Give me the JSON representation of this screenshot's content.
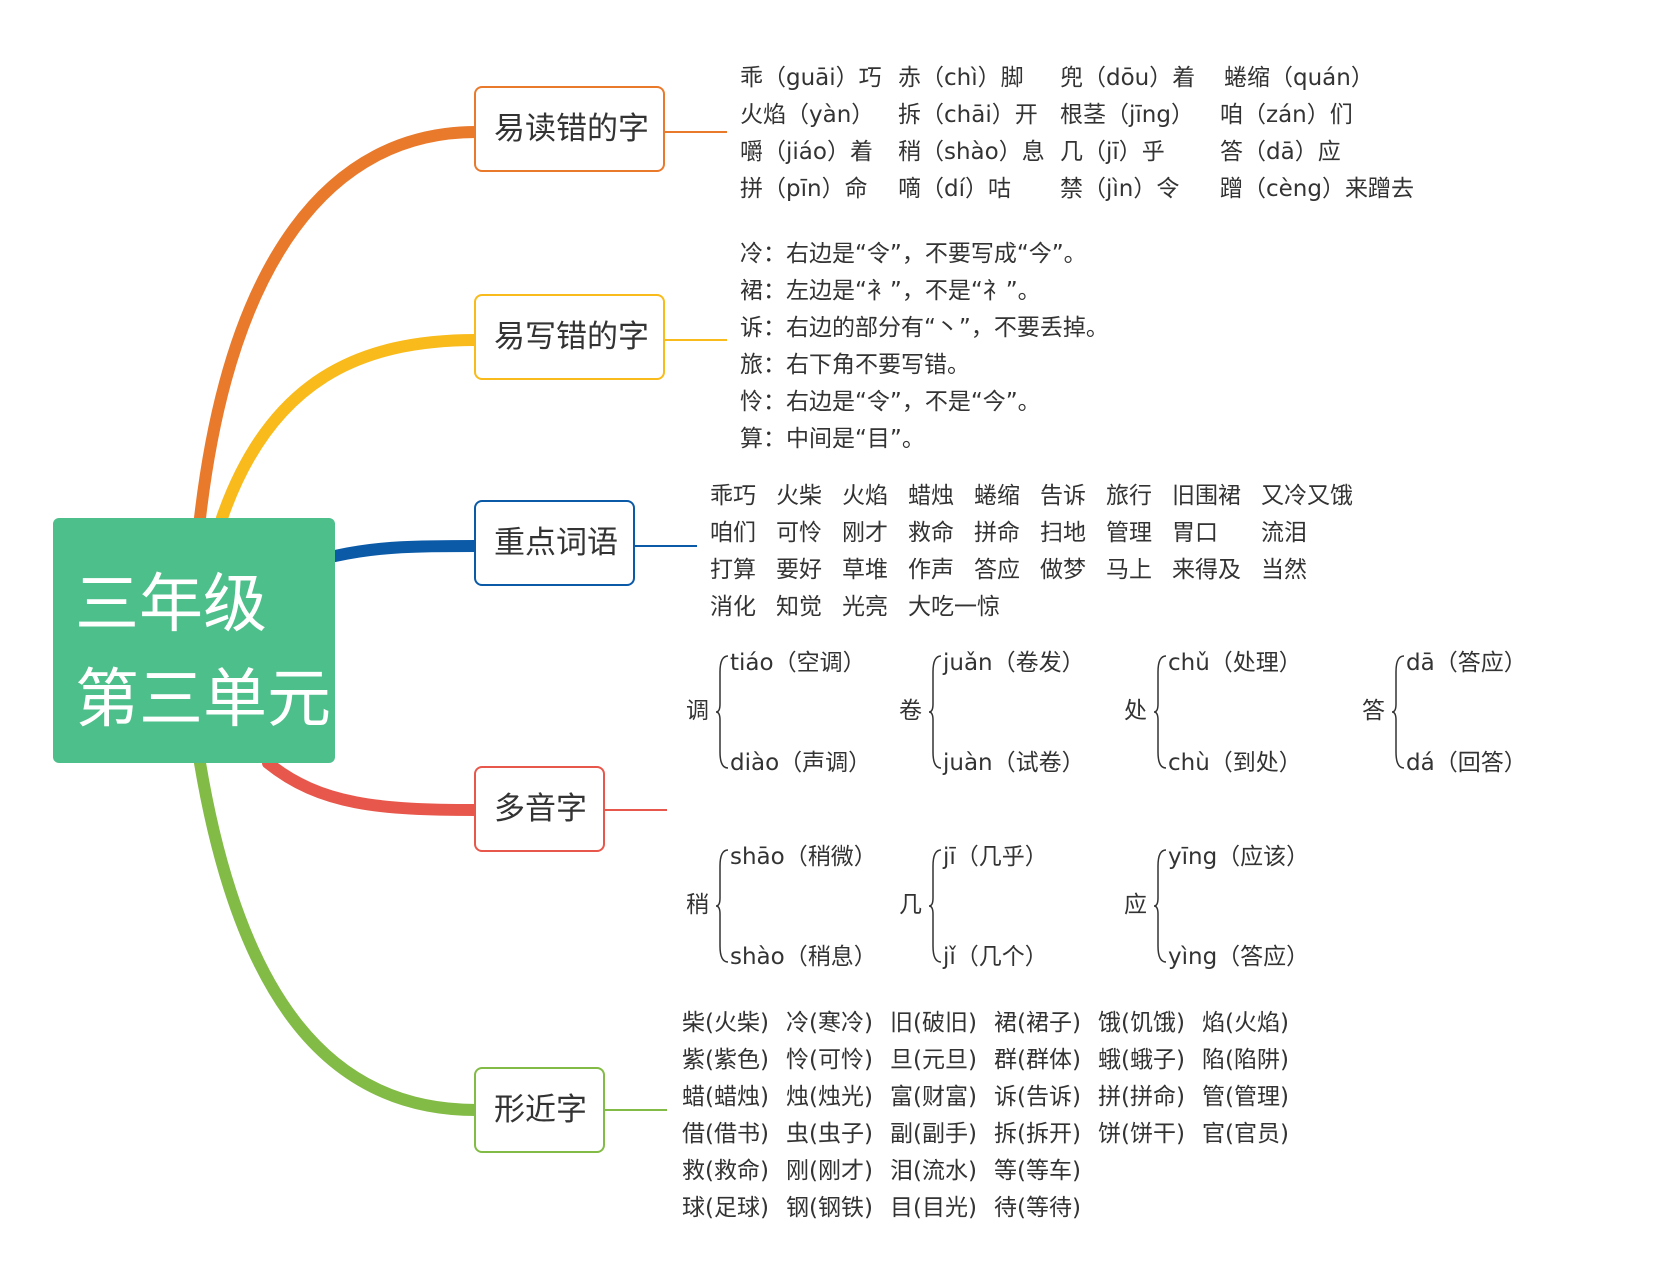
{
  "root": {
    "line1": "三年级",
    "line2": "第三单元",
    "color": "#4dbf8b"
  },
  "branches": {
    "easy_read": {
      "label": "易读错的字",
      "color": "#e97a2c",
      "rows": [
        [
          "乖（guāi）巧",
          "赤（chì）脚",
          "兜（dōu）着",
          "蜷缩（quán）"
        ],
        [
          "火焰（yàn）",
          "拆（chāi）开",
          "根茎（jīng）",
          "咱（zán）们"
        ],
        [
          "嚼（jiáo）着",
          "稍（shào）息",
          "几（jī）乎",
          "答（dā）应"
        ],
        [
          "拼（pīn）命",
          "嘀（dí）咕",
          "禁（jìn）令",
          "蹭（cèng）来蹭去"
        ]
      ]
    },
    "easy_write": {
      "label": "易写错的字",
      "color": "#f9bb1b",
      "rows": [
        "冷：右边是“令”，不要写成“今”。",
        "裙：左边是“衤”，不是“礻”。",
        "诉：右边的部分有“丶”，不要丢掉。",
        "旅：右下角不要写错。",
        "怜：右边是“令”，不是“今”。",
        "算：中间是“目”。"
      ]
    },
    "key_words": {
      "label": "重点词语",
      "color": "#0b5aa8",
      "rows": [
        [
          "乖巧",
          "火柴",
          "火焰",
          "蜡烛",
          "蜷缩",
          "告诉",
          "旅行",
          "旧围裙",
          "又冷又饿"
        ],
        [
          "咱们",
          "可怜",
          "刚才",
          "救命",
          "拼命",
          "扫地",
          "管理",
          "胃口",
          "流泪"
        ],
        [
          "打算",
          "要好",
          "草堆",
          "作声",
          "答应",
          "做梦",
          "马上",
          "来得及",
          "当然"
        ],
        [
          "消化",
          "知觉",
          "光亮",
          "大吃一惊"
        ]
      ]
    },
    "polyphonic": {
      "label": "多音字",
      "color": "#e8574b",
      "groups": [
        {
          "char": "调",
          "top": "tiáo（空调）",
          "bottom": "diào（声调）"
        },
        {
          "char": "卷",
          "top": "juǎn（卷发）",
          "bottom": "juàn（试卷）"
        },
        {
          "char": "处",
          "top": "chǔ（处理）",
          "bottom": "chù（到处）"
        },
        {
          "char": "答",
          "top": "dā（答应）",
          "bottom": "dá（回答）"
        },
        {
          "char": "稍",
          "top": "shāo（稍微）",
          "bottom": "shào（稍息）"
        },
        {
          "char": "几",
          "top": "jī（几乎）",
          "bottom": "jǐ（几个）"
        },
        {
          "char": "应",
          "top": "yīng（应该）",
          "bottom": "yìng（答应）"
        }
      ]
    },
    "similar": {
      "label": "形近字",
      "color": "#82bb45",
      "rows": [
        [
          "柴(火柴)",
          "冷(寒冷)",
          "旧(破旧)",
          "裙(裙子)",
          "饿(饥饿)",
          "焰(火焰)"
        ],
        [
          "紫(紫色)",
          "怜(可怜)",
          "旦(元旦)",
          "群(群体)",
          "蛾(蛾子)",
          "陷(陷阱)"
        ],
        [
          "蜡(蜡烛)",
          "烛(烛光)",
          "富(财富)",
          "诉(告诉)",
          "拼(拼命)",
          "管(管理)"
        ],
        [
          "借(借书)",
          "虫(虫子)",
          "副(副手)",
          "拆(拆开)",
          "饼(饼干)",
          "官(官员)"
        ],
        [
          "救(救命)",
          "刚(刚才)",
          "泪(流水)",
          "等(等车)"
        ],
        [
          "球(足球)",
          "钢(钢铁)",
          "目(目光)",
          "待(等待)"
        ]
      ]
    }
  }
}
